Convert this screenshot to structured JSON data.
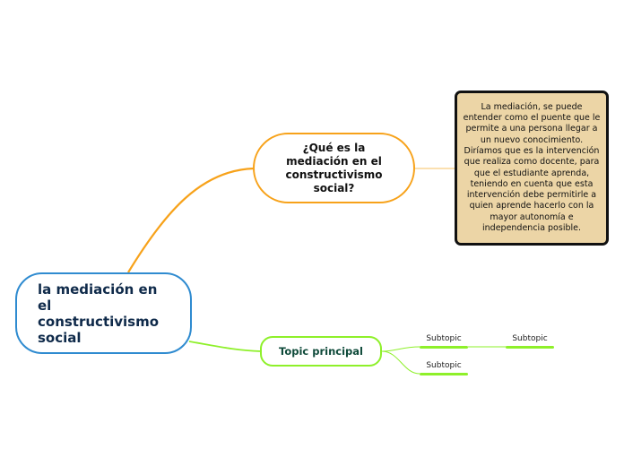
{
  "central_topic": {
    "text": "la mediación en el constructivismo social",
    "border_color": "#2f8bd0"
  },
  "branches": [
    {
      "text": "¿Qué es la mediación en el constructivismo social?",
      "color": "#f7a21a",
      "note": {
        "text": "La mediación, se puede entender como el puente que le permite a una persona llegar a un nuevo conocimiento. Diríamos que es la intervención que realiza como docente, para que el estudiante aprenda, teniendo en cuenta que esta intervención debe permitirle a quien aprende hacerlo con la mayor autonomía e independencia posible.",
        "background": "#ecd5a6"
      }
    },
    {
      "text": "Topic principal",
      "color": "#8ef02a",
      "subtopics": [
        {
          "text": "Subtopic",
          "children": [
            {
              "text": "Subtopic"
            }
          ]
        },
        {
          "text": "Subtopic"
        }
      ]
    }
  ]
}
